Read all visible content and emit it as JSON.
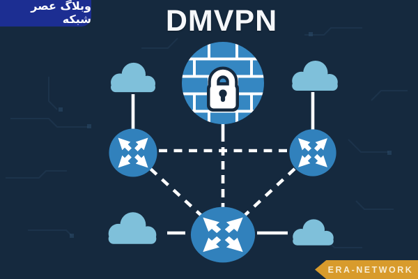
{
  "title": "DMVPN",
  "watermark_badge": {
    "label": "وبلاگ عصر شبکه"
  },
  "brand_ribbon": {
    "label": "ERA-NETWORK"
  },
  "colors": {
    "background": "#15293e",
    "node_blue": "#3181bc",
    "shield_blue": "#3587c2",
    "cloud_blue": "#7fc0da",
    "watermark_blue": "#1c2e92",
    "ribbon_gold": "#d89b2c",
    "ribbon_text": "#f8ecd2",
    "line_white": "#ffffff",
    "title_white": "#f5f7fa"
  },
  "diagram": {
    "icons": {
      "hub": "firewall-lock-icon",
      "spoke": "router-arrows-icon",
      "network": "cloud-icon"
    },
    "nodes": [
      "firewall-hub",
      "router-left",
      "router-right",
      "router-bottom-hub",
      "cloud-top-left",
      "cloud-top-right",
      "cloud-bottom-left",
      "cloud-bottom-right"
    ],
    "connections": [
      {
        "from": "cloud-top-left",
        "to": "router-left",
        "style": "solid"
      },
      {
        "from": "cloud-top-right",
        "to": "router-right",
        "style": "solid"
      },
      {
        "from": "firewall-hub",
        "to": "router-bottom-hub",
        "style": "dashed"
      },
      {
        "from": "router-left",
        "to": "router-right",
        "style": "dashed"
      },
      {
        "from": "router-left",
        "to": "router-bottom-hub",
        "style": "dashed"
      },
      {
        "from": "router-right",
        "to": "router-bottom-hub",
        "style": "dashed"
      },
      {
        "from": "cloud-bottom-left",
        "to": "router-bottom-hub",
        "style": "dashed"
      },
      {
        "from": "router-bottom-hub",
        "to": "cloud-bottom-right",
        "style": "solid"
      }
    ]
  }
}
